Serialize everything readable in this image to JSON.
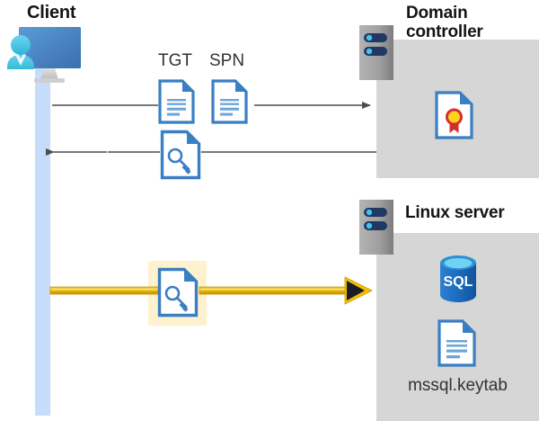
{
  "diagram": {
    "type": "kerberos-authentication-flow",
    "background": "#ffffff",
    "colors": {
      "panel_gray": "#d6d6d6",
      "lifeline_blue": "#c5dcfa",
      "highlight_yellow": "#fdf2cd",
      "arrow_gold": "#f2c200",
      "arrow_gray": "#4d4d4d",
      "doc_blue": "#3a7ec4",
      "sql_blue": "#1f6fc4",
      "title_black": "#141414"
    }
  },
  "client": {
    "title": "Client",
    "icon": "client-computer-icon",
    "lifeline": "client-lifeline"
  },
  "domain_controller": {
    "title": "Domain controller",
    "title_line1": "Domain",
    "title_line2": "controller",
    "server_icon": "server-rack-icon",
    "contents": [
      {
        "icon": "certificate-document-icon",
        "label": ""
      }
    ]
  },
  "linux_server": {
    "title": "Linux server",
    "server_icon": "server-rack-icon",
    "contents": [
      {
        "icon": "sql-database-icon",
        "label": "SQL"
      },
      {
        "icon": "text-document-icon",
        "label": "mssql.keytab"
      }
    ]
  },
  "flows": [
    {
      "id": "flow-request",
      "direction": "client-to-domain-controller",
      "style": "solid-gray",
      "arrowhead": "right",
      "labels": [
        "TGT",
        "SPN"
      ],
      "icons": [
        "text-document-icon",
        "text-document-icon"
      ]
    },
    {
      "id": "flow-response",
      "direction": "domain-controller-to-client",
      "style": "solid-gray",
      "arrowhead": "left",
      "labels": [],
      "icons": [
        "key-document-icon"
      ]
    },
    {
      "id": "flow-keytab",
      "direction": "client-to-linux-server",
      "style": "solid-gold",
      "arrowhead": "right",
      "labels": [],
      "icons": [
        "key-document-icon"
      ],
      "highlighted": true
    }
  ],
  "labels": {
    "tgt": "TGT",
    "spn": "SPN",
    "sql": "SQL",
    "keytab_file": "mssql.keytab"
  }
}
